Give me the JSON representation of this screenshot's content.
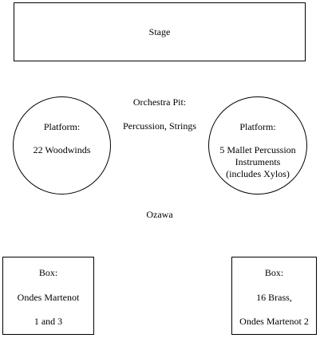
{
  "stage": {
    "label": "Stage"
  },
  "pit": {
    "title": "Orchestra Pit:",
    "contents": "Percussion, Strings"
  },
  "platform_left": {
    "title": "Platform:",
    "contents": "22 Woodwinds"
  },
  "platform_right": {
    "title": "Platform:",
    "line1": "5 Mallet Percussion",
    "line2": "Instruments",
    "line3": "(includes Xylos)"
  },
  "conductor": {
    "label": "Ozawa"
  },
  "box_left": {
    "title": "Box:",
    "line1": "Ondes Martenot",
    "line2": "1 and 3"
  },
  "box_right": {
    "title": "Box:",
    "line1": "16 Brass,",
    "line2": "Ondes Martenot 2"
  }
}
